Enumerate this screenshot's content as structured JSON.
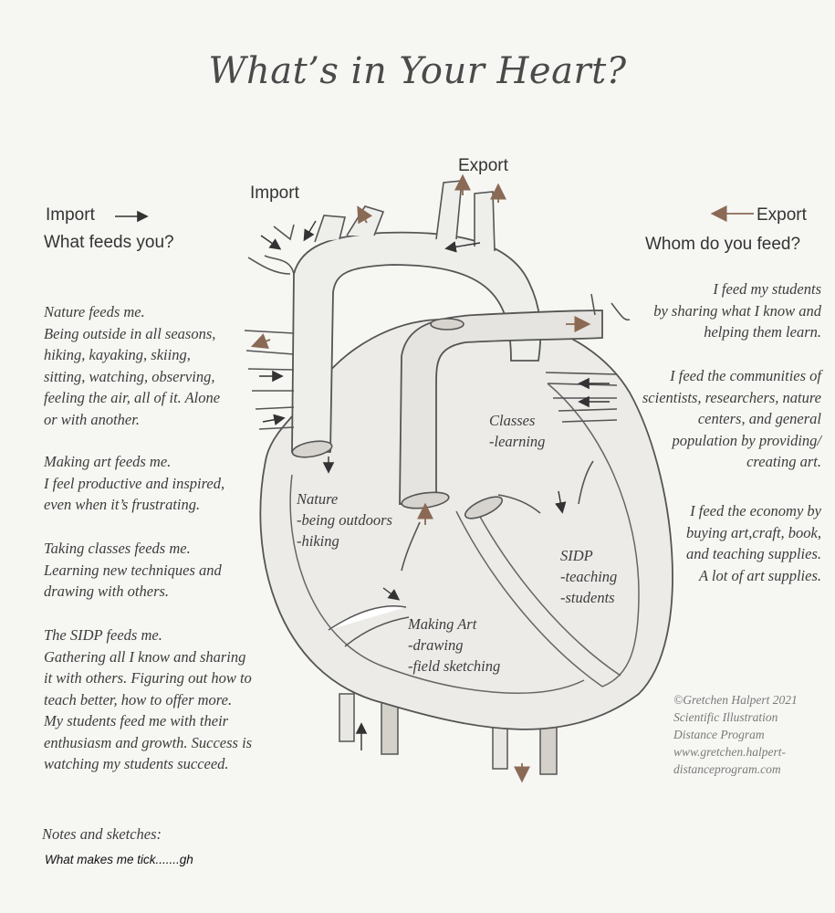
{
  "title": "What’s in Your Heart?",
  "labels": {
    "export_top": "Export",
    "import_top": "Import",
    "import_left": "Import",
    "import_left_sub": "What feeds you?",
    "export_right": "Export",
    "export_right_sub": "Whom do you feed?"
  },
  "left_text": [
    [
      "Nature feeds me.",
      "Being outside in all seasons,",
      "hiking, kayaking, skiing,",
      "sitting, watching, observing,",
      "feeling the air, all of it. Alone",
      "or with another."
    ],
    [
      "Making art feeds me.",
      "I feel productive and inspired,",
      "even when it’s frustrating."
    ],
    [
      "Taking classes feeds me.",
      "Learning new techniques and",
      "drawing with others."
    ],
    [
      "The SIDP feeds me.",
      "Gathering all I know and sharing",
      "it with others. Figuring out how to",
      "teach better, how to offer more.",
      "My students feed me with their",
      "enthusiasm and growth. Success is",
      "watching my students succeed."
    ]
  ],
  "right_text": [
    [
      "I feed my students",
      "by sharing what I know and",
      "helping them learn."
    ],
    [
      "I feed the communities of",
      "scientists, researchers, nature",
      "centers, and general",
      "population by providing/",
      "creating art."
    ],
    [
      "I feed the economy by",
      "buying art,craft, book,",
      "and teaching supplies.",
      "A lot of art supplies."
    ]
  ],
  "heart_labels": {
    "classes": [
      "Classes",
      "-learning"
    ],
    "nature": [
      "Nature",
      "-being outdoors",
      "-hiking"
    ],
    "sidp": [
      "SIDP",
      "-teaching",
      "-students"
    ],
    "art": [
      "Making Art",
      "-drawing",
      "-field sketching"
    ]
  },
  "credit": [
    "©Gretchen Halpert 2021",
    "Scientific Illustration",
    "Distance Program",
    "www.gretchen.halpert-",
    "distanceprogram.com"
  ],
  "notes_label": "Notes and sketches:",
  "notes_text": "What makes me tick.......gh",
  "colors": {
    "arrow_brown": "#8a6a55",
    "outline": "#555555",
    "shading": "#c9c5bf"
  }
}
